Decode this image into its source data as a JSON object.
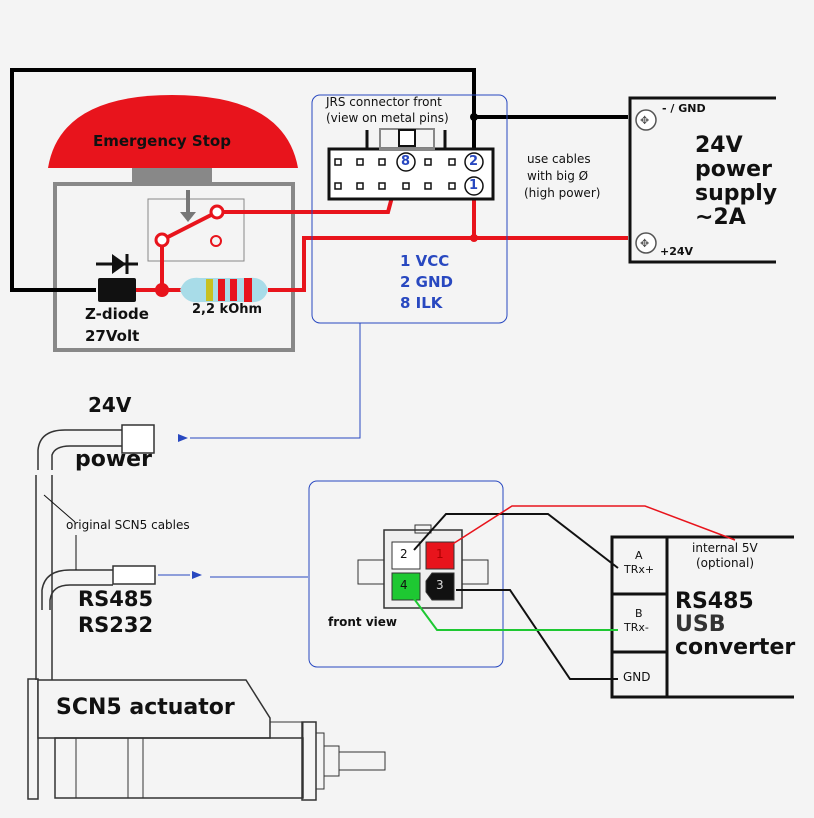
{
  "estop": {
    "title": "Emergency Stop",
    "diode_label_1": "Z-diode",
    "diode_label_2": "27Volt",
    "resistor_label": "2,2 kOhm"
  },
  "jrs": {
    "title_1": "JRS  connector front",
    "title_2": "(view on metal pins)",
    "pins": [
      "8",
      "2",
      "1"
    ],
    "legend": [
      "1 VCC",
      "2 GND",
      "8 ILK"
    ]
  },
  "cables_note": [
    "use cables",
    "with big Ø",
    "(high power)"
  ],
  "power_supply": {
    "gnd_label": "- / GND",
    "plus_label": "+24V",
    "title": [
      "24V",
      "power",
      "supply",
      "~2A"
    ]
  },
  "actuator": {
    "power_label_1": "24V",
    "power_label_2": "power",
    "cables_label": "original SCN5 cables",
    "serial_label_1": "RS485",
    "serial_label_2": "RS232",
    "title": "SCN5 actuator"
  },
  "plug": {
    "pins": [
      "2",
      "1",
      "4",
      "3"
    ],
    "label": "front view"
  },
  "converter": {
    "note_1": "internal 5V",
    "note_2": "(optional)",
    "term_a_1": "A",
    "term_a_2": "TRx+",
    "term_b_1": "B",
    "term_b_2": "TRx-",
    "term_gnd": "GND",
    "title": [
      "RS485",
      "USB",
      "converter"
    ]
  },
  "colors": {
    "wire_red": "#e8141c",
    "wire_black": "#000000",
    "wire_green": "#1ec832",
    "accent_blue": "#2848c0",
    "estop_red": "#e8141c"
  }
}
